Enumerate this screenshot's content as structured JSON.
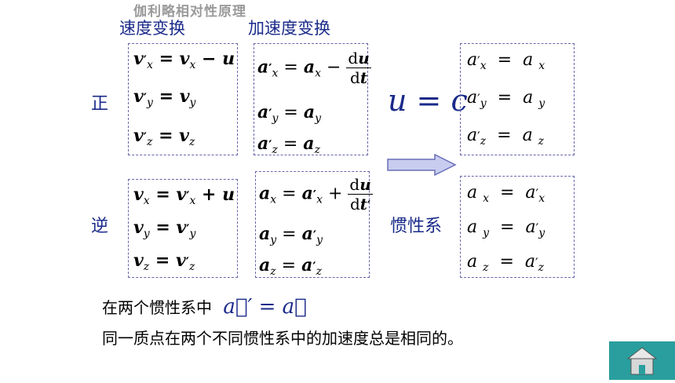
{
  "slide_title": "伽利略相对性原理",
  "headers": {
    "velocity": "速度变换",
    "acceleration": "加速度变换"
  },
  "labels": {
    "forward": "正",
    "inverse": "逆",
    "inertial_frame": "惯性系"
  },
  "condition": "u = c",
  "bottom": {
    "line1_prefix": "在两个惯性系中",
    "line1_formula": "a⃗′ = a⃗",
    "line2": "同一质点在两个不同惯性系中的加速度总是相同的。"
  },
  "nav": {
    "home_icon": "home-icon",
    "accent": "#2a9e9e"
  },
  "colors": {
    "text_blue": "#1a2a8a",
    "box_border": "#6666aa",
    "arrow_fill": "#c8cdf0"
  }
}
